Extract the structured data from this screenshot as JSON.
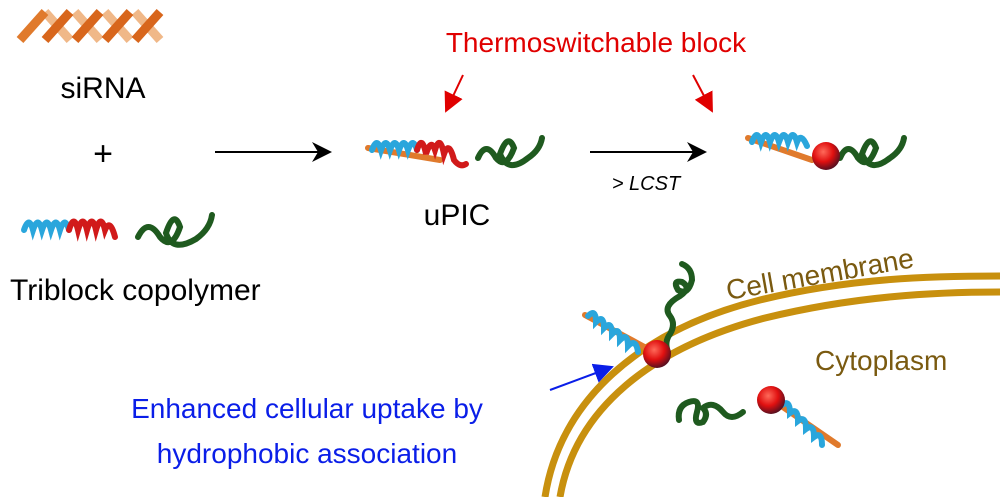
{
  "labels": {
    "sirna": "siRNA",
    "plus": "+",
    "triblock": "Triblock copolymer",
    "thermo": "Thermoswitchable block",
    "upic": "uPIC",
    "lcst": "> LCST",
    "membrane": "Cell membrane",
    "cytoplasm": "Cytoplasm",
    "uptake_line1": "Enhanced cellular uptake by",
    "uptake_line2": "hydrophobic association"
  },
  "colors": {
    "sirna": "#e07a2c",
    "cationic_block": "#2aa6dc",
    "thermo_block": "#d11a1a",
    "peg_block": "#1f5a1f",
    "membrane": "#c8900e",
    "membrane_text": "#7a5a10",
    "thermo_text": "#e00000",
    "uptake_text": "#0a1ee8"
  }
}
